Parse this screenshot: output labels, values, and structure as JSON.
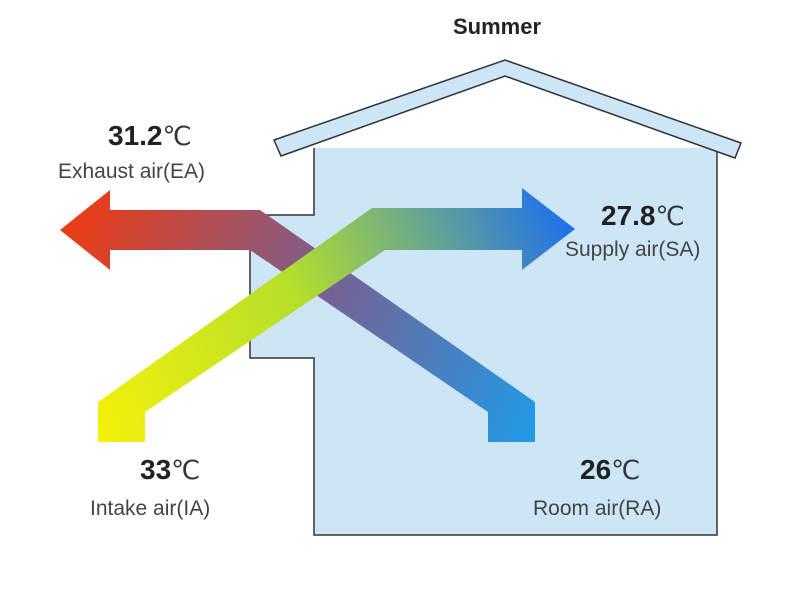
{
  "title": "Summer",
  "colors": {
    "house_fill": "#cce6f8",
    "house_stroke": "#333333",
    "exhaust_start": "#ee3b12",
    "exhaust_mid": "#7a5f8f",
    "exhaust_end": "#1f9be8",
    "intake_start": "#f4f00a",
    "intake_mid": "#b5df2a",
    "intake_end": "#1e70ee"
  },
  "flows": {
    "exhaust": {
      "value": "31.2",
      "unit": "℃",
      "name": "Exhaust air(EA)"
    },
    "supply": {
      "value": "27.8",
      "unit": "℃",
      "name": "Supply air(SA)"
    },
    "intake": {
      "value": "33",
      "unit": "℃",
      "name": "Intake air(IA)"
    },
    "room": {
      "value": "26",
      "unit": "℃",
      "name": "Room air(RA)"
    }
  }
}
